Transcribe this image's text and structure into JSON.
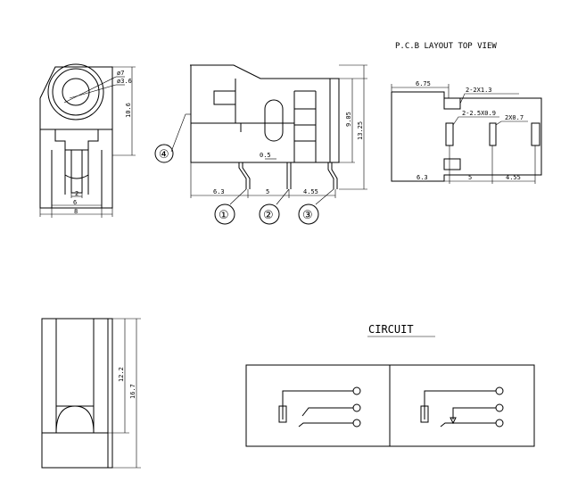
{
  "header": {
    "pcb_title": "P.C.B LAYOUT  TOP VIEW"
  },
  "front_view": {
    "dims": {
      "outer_dia": "ø7",
      "inner_dia": "ø3.6",
      "height": "10.6",
      "slot": "2",
      "inner_width": "6",
      "width": "8"
    }
  },
  "side_view": {
    "dims": {
      "d_6_3": "6.3",
      "d_5": "5",
      "d_4_55": "4.55",
      "d_0_5": "0.5",
      "d_9_05": "9.05",
      "d_13_25": "13.25"
    },
    "pins": [
      "①",
      "②",
      "③",
      "④"
    ]
  },
  "pcb_layout": {
    "dims": {
      "top": "6.75",
      "pad1": "2-2X1.3",
      "pad2": "2-2.5X0.9",
      "pad3": "2X0.7",
      "b1": "6.3",
      "b2": "5",
      "b3": "4.55"
    }
  },
  "bottom_view": {
    "dims": {
      "inner": "12.2",
      "outer": "16.7"
    }
  },
  "circuit": {
    "title": "CIRCUIT"
  }
}
